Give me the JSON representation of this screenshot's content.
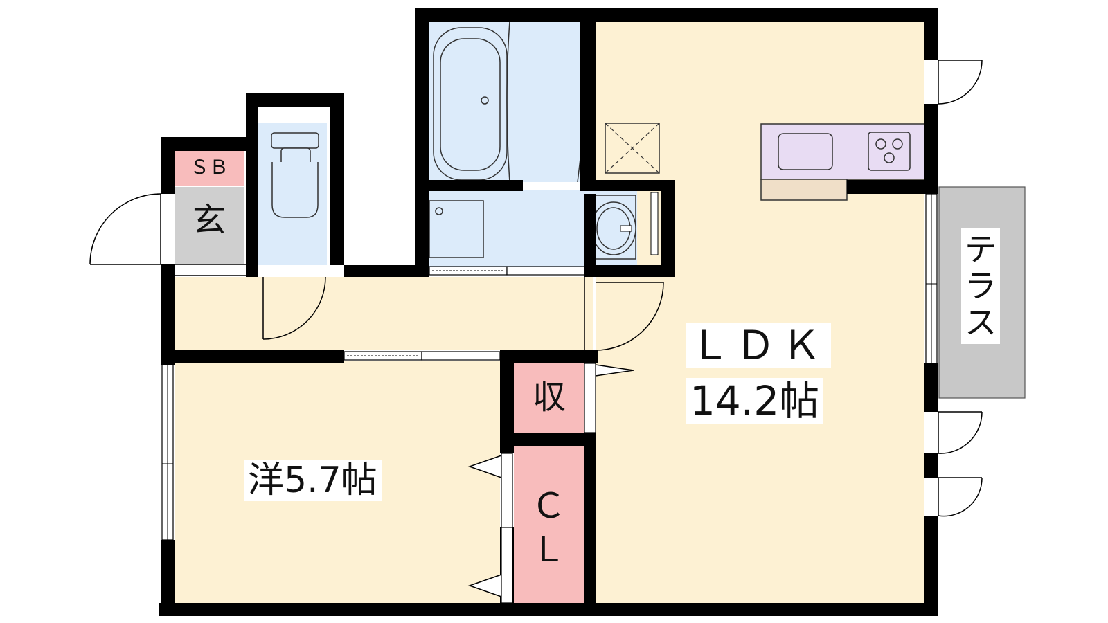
{
  "rooms": {
    "sb": {
      "label": "ＳＢ"
    },
    "entrance": {
      "label": "玄"
    },
    "storage": {
      "label": "収"
    },
    "closet": {
      "label": "ＣＬ"
    },
    "western_room": {
      "label": "洋5.7帖"
    },
    "ldk": {
      "name": "ＬＤＫ",
      "size": "14.2帖"
    },
    "terrace": {
      "label": "テラス"
    }
  },
  "colors": {
    "wall": "#000000",
    "room_floor": "#fdf1d3",
    "wet_area": "#dcebfa",
    "kitchen": "#e8dcf3",
    "kitchen_counter": "#f0dfc8",
    "storage_pink": "#f8bcbc",
    "entrance_gray": "#cfcfcf",
    "terrace_gray": "#c8c8c8"
  },
  "icons": [
    "bathtub-icon",
    "toilet-icon",
    "washbasin-icon",
    "washing-machine-pan-icon",
    "sink-icon",
    "stove-icon",
    "refrigerator-space-icon",
    "door-swing-icon",
    "sliding-door-icon",
    "window-icon"
  ]
}
